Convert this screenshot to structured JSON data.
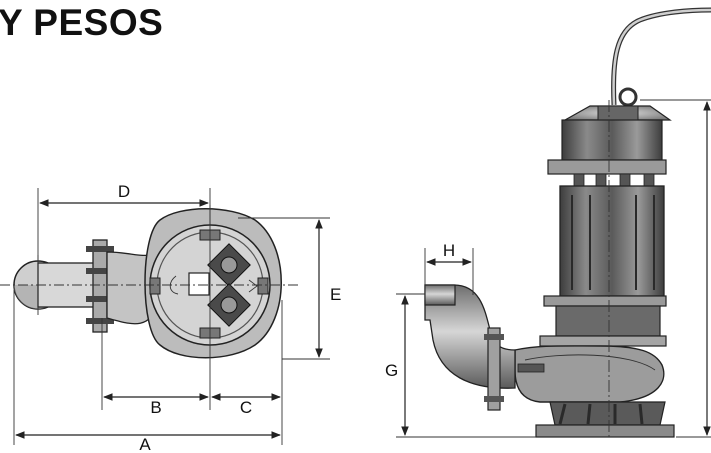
{
  "title": "Y PESOS",
  "labels": {
    "a": "A",
    "b": "B",
    "c": "C",
    "d": "D",
    "e": "E",
    "g": "G",
    "h": "H"
  },
  "colors": {
    "line": "#222222",
    "body": "#7d7d7d",
    "body_dark": "#4a4a4a",
    "body_light": "#bdbdbd"
  }
}
